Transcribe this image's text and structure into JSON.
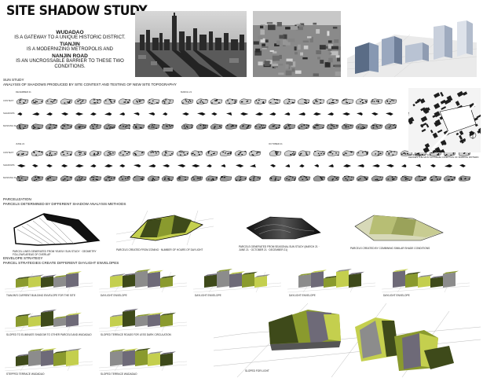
{
  "title": "SITE SHADOW STUDY",
  "intro": {
    "lines": [
      {
        "text": "WUDADAO",
        "strong": true
      },
      {
        "text": "IS A GATEWAY TO A UNIQUE HISTORIC DISTRICT.",
        "strong": false
      },
      {
        "text": "TIANJIN",
        "strong": true
      },
      {
        "text": "IS A MODERNIZING METROPOLIS AND",
        "strong": false
      },
      {
        "text": "NANJIN ROAD",
        "strong": true
      },
      {
        "text": "IS AN UNCROSSABLE BARRIER TO THESE TWO CONDITIONS.",
        "strong": false
      }
    ]
  },
  "sun_study": {
    "heading": "SUN STUDY",
    "subheading": "ANALYSIS OF SHADOWS PRODUCED BY SITE CONTEXT AND TESTING OF NEW SITE TOPOGRAPHY",
    "groups": [
      {
        "label": "DECEMBER 21"
      },
      {
        "label": "MARCH 21"
      },
      {
        "label": "JUNE 21"
      },
      {
        "label": "OCTOBER 21"
      }
    ],
    "row_labels": [
      "CONTEXT",
      "SHADOWS",
      "MASSING SHADOWS"
    ],
    "map_caption": "DECEMBER 21st, 9AM\nDEFINES THE MOST EXTREME CONDITION OF SHADOW PATTERN"
  },
  "parcelization": {
    "heading": "PARCELIZATION",
    "subheading": "PARCELS DETERMINED BY DIFFERENT SHADOW ANALYSIS METHODS",
    "captions": [
      "PARCEL LINES GENERATED FROM YEARLY SUN STUDY · GEOMETRY FOLLOWS AREAS OF OVERLAP",
      "PARCELS CREATED FROM ZONING · NUMBER OF HOURS OF DAYLIGHT",
      "PARCELS GENERATED FROM SEASONAL SUN STUDY (MARCH 21 · JUNE 21 · OCTOBER 21 · DECEMBER 21)",
      "PARCELS CREATED BY COMBINING SIMILAR SHADE CONDITIONS"
    ]
  },
  "envelope": {
    "heading": "ENVELOPE STRATEGY",
    "subheading": "PARCEL STRATEGIES CREATE DIFFERENT DAYLIGHT ENVELOPES",
    "captions": [
      "TIANJIN'S CURRENT BUILDING ENVELOPE FOR THE SITE",
      "DAYLIGHT ENVELOPE",
      "DAYLIGHT ENVELOPE",
      "DAYLIGHT ENVELOPE",
      "DAYLIGHT ENVELOPE",
      "SLOPED TO ELIMINATE SHADOW TO OTHER PARCELS AND WUDADAO",
      "SLOPED TERRACE ROADS FOR LESS DARK CIRCULATION",
      "STEPPED TERRACE WUDADAO",
      "SLOPED TERRACE WUDADAO",
      "SLOPED FOR LIGHT"
    ]
  },
  "colors": {
    "olive": "#8a9a2e",
    "lime": "#c4cf4e",
    "dark_green": "#3e4a1a",
    "grey": "#8c8c8c",
    "purple_grey": "#6e6a78"
  }
}
